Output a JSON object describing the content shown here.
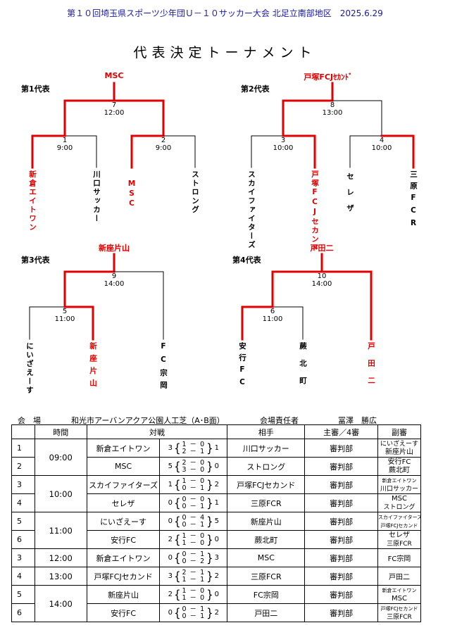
{
  "header": "第１０回埼玉県スポーツ少年団Ｕ－１０サッカー大会 北足立南部地区　2025.6.29",
  "title": "代表決定トーナメント",
  "brackets": [
    {
      "label": "第1代表",
      "winner": "MSC",
      "final": {
        "no": "7",
        "time": "12:00"
      },
      "left": {
        "no": "1",
        "time": "9:00"
      },
      "right": {
        "no": "2",
        "time": "9:00"
      },
      "teams": [
        {
          "name": "新倉エイトワン",
          "winner": true
        },
        {
          "name": "川口サッカー",
          "winner": false
        },
        {
          "name": "MSC",
          "winner": true
        },
        {
          "name": "ストロング",
          "winner": false
        }
      ]
    },
    {
      "label": "第2代表",
      "winner": "戸塚FCJｾｶﾝﾄﾞ",
      "final": {
        "no": "8",
        "time": "13:00"
      },
      "left": {
        "no": "3",
        "time": "10:00"
      },
      "right": {
        "no": "4",
        "time": "10:00"
      },
      "teams": [
        {
          "name": "スカイファイターズ",
          "winner": false
        },
        {
          "name": "戸塚FCJセカンド",
          "winner": true
        },
        {
          "name": "セレザ",
          "winner": false
        },
        {
          "name": "三原FCR",
          "winner": true
        }
      ]
    },
    {
      "label": "第3代表",
      "winner": "新座片山",
      "final": {
        "no": "9",
        "time": "14:00"
      },
      "left": {
        "no": "5",
        "time": "11:00"
      },
      "teams": [
        {
          "name": "にいざえーす",
          "winner": false
        },
        {
          "name": "新座片山",
          "winner": true
        },
        {
          "name": "FC宗岡",
          "winner": false
        }
      ]
    },
    {
      "label": "第4代表",
      "winner": "戸田二",
      "final": {
        "no": "10",
        "time": "14:00"
      },
      "left": {
        "no": "6",
        "time": "11:00"
      },
      "teams": [
        {
          "name": "安行FC",
          "winner": true
        },
        {
          "name": "蕨北町",
          "winner": false
        },
        {
          "name": "戸田二",
          "winner": true
        }
      ]
    }
  ],
  "venue": {
    "label": "会　場",
    "name": "和光市アーバンアクア公園人工芝（A･B面）",
    "manager_label": "会場責任者",
    "manager": "冨澤　勝広"
  },
  "schedule": {
    "headers": [
      "時間",
      "対戦",
      "相手",
      "主審／4審",
      "副審"
    ],
    "rows": [
      {
        "no": "1",
        "time": "09:00",
        "home": "新倉エイトワン",
        "hs": "3",
        "sets": [
          "1 － 0",
          "2 － 1"
        ],
        "as": "1",
        "away": "川口サッカー",
        "ref": "審判部",
        "sub": [
          "にいざえーす",
          "新座片山"
        ]
      },
      {
        "no": "2",
        "home": "MSC",
        "hs": "5",
        "sets": [
          "2 － 0",
          "3 － 0"
        ],
        "as": "0",
        "away": "ストロング",
        "ref": "審判部",
        "sub": [
          "安行FC",
          "蕨北町"
        ]
      },
      {
        "no": "3",
        "time": "10:00",
        "home": "スカイファイターズ",
        "hs": "1",
        "sets": [
          "1 － 0",
          "0 － 1"
        ],
        "as": "2",
        "away": "戸塚FCJセカンド",
        "ref": "審判部",
        "sub": [
          "新倉エイトワン",
          "川口サッカー"
        ]
      },
      {
        "no": "4",
        "home": "セレザ",
        "hs": "0",
        "sets": [
          "0 － 0",
          "0 － 1"
        ],
        "as": "1",
        "away": "三原FCR",
        "ref": "審判部",
        "sub": [
          "MSC",
          "ストロング"
        ]
      },
      {
        "no": "5",
        "time": "11:00",
        "home": "にいざえーす",
        "hs": "0",
        "sets": [
          "0 － 4",
          "0 － 1"
        ],
        "as": "5",
        "away": "新座片山",
        "ref": "審判部",
        "sub": [
          "スカイファイターズ",
          "戸塚FCJセカンド"
        ]
      },
      {
        "no": "6",
        "home": "安行FC",
        "hs": "2",
        "sets": [
          "1 － 0",
          "1 － 0"
        ],
        "as": "0",
        "away": "蕨北町",
        "ref": "審判部",
        "sub": [
          "セレザ",
          "三原FCR"
        ]
      },
      {
        "no": "3",
        "time": "12:00",
        "home": "新倉エイトワン",
        "hs": "0",
        "sets": [
          "0 － 1",
          "0 － 2"
        ],
        "as": "3",
        "away": "MSC",
        "ref": "審判部",
        "sub": [
          "FC宗岡"
        ]
      },
      {
        "no": "4",
        "time": "13:00",
        "home": "戸塚FCJセカンド",
        "hs": "3",
        "sets": [
          "2 － 1",
          "1 － 1"
        ],
        "as": "2",
        "away": "三原FCR",
        "ref": "審判部",
        "sub": [
          "戸田二"
        ]
      },
      {
        "no": "5",
        "time": "14:00",
        "home": "新座片山",
        "hs": "2",
        "sets": [
          "1 － 0",
          "1 － 0"
        ],
        "as": "0",
        "away": "FC宗岡",
        "ref": "審判部",
        "sub": [
          "新倉エイトワン",
          "MSC"
        ]
      },
      {
        "no": "6",
        "home": "安行FC",
        "hs": "0",
        "sets": [
          "0 － 1",
          "0 － 1"
        ],
        "as": "2",
        "away": "戸田二",
        "ref": "審判部",
        "sub": [
          "戸塚FCJセカンド",
          "三原FCR"
        ]
      }
    ]
  }
}
